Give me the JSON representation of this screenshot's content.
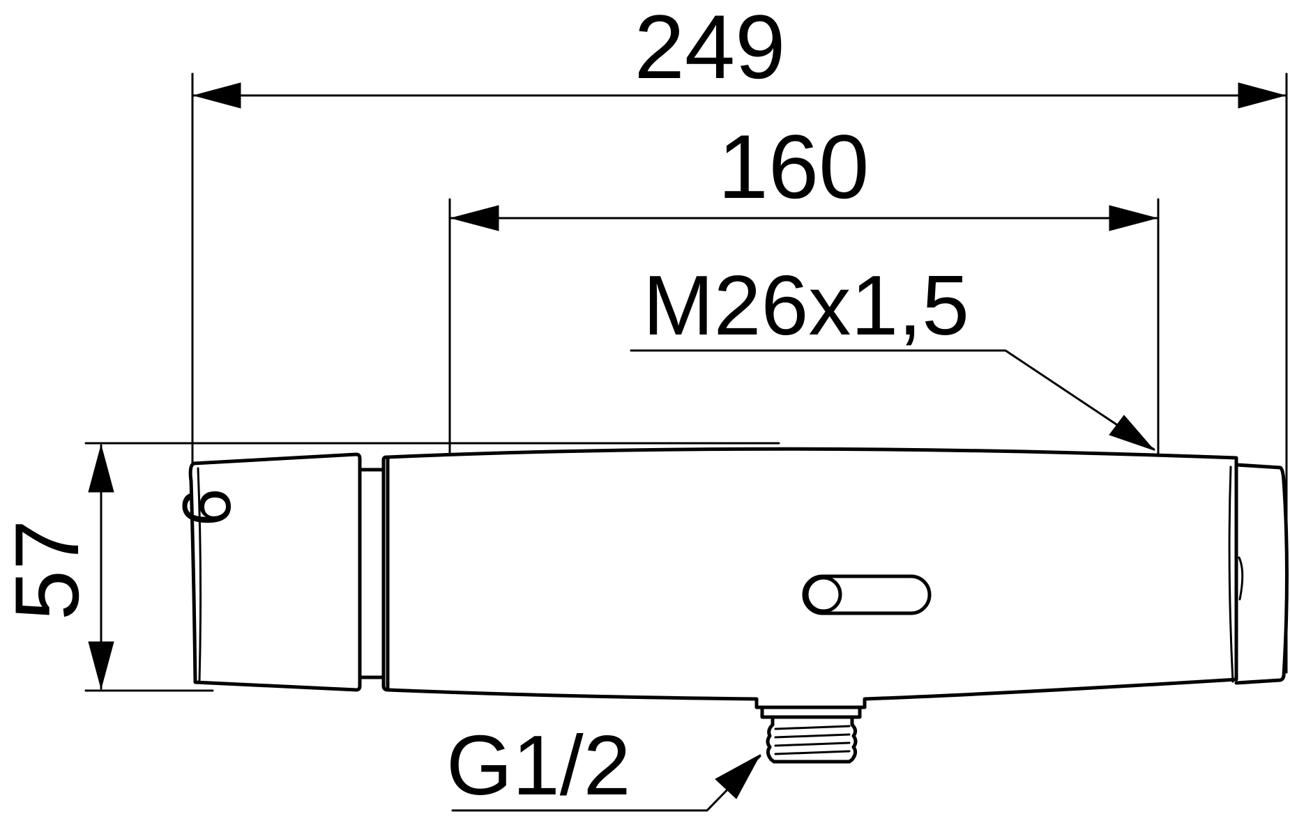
{
  "dimensions": {
    "overall_length": "249",
    "spout_length": "160",
    "height": "57"
  },
  "callouts": {
    "spout_thread": "M26x1,5",
    "inlet_thread": "G1/2"
  },
  "handle_marking": "6"
}
